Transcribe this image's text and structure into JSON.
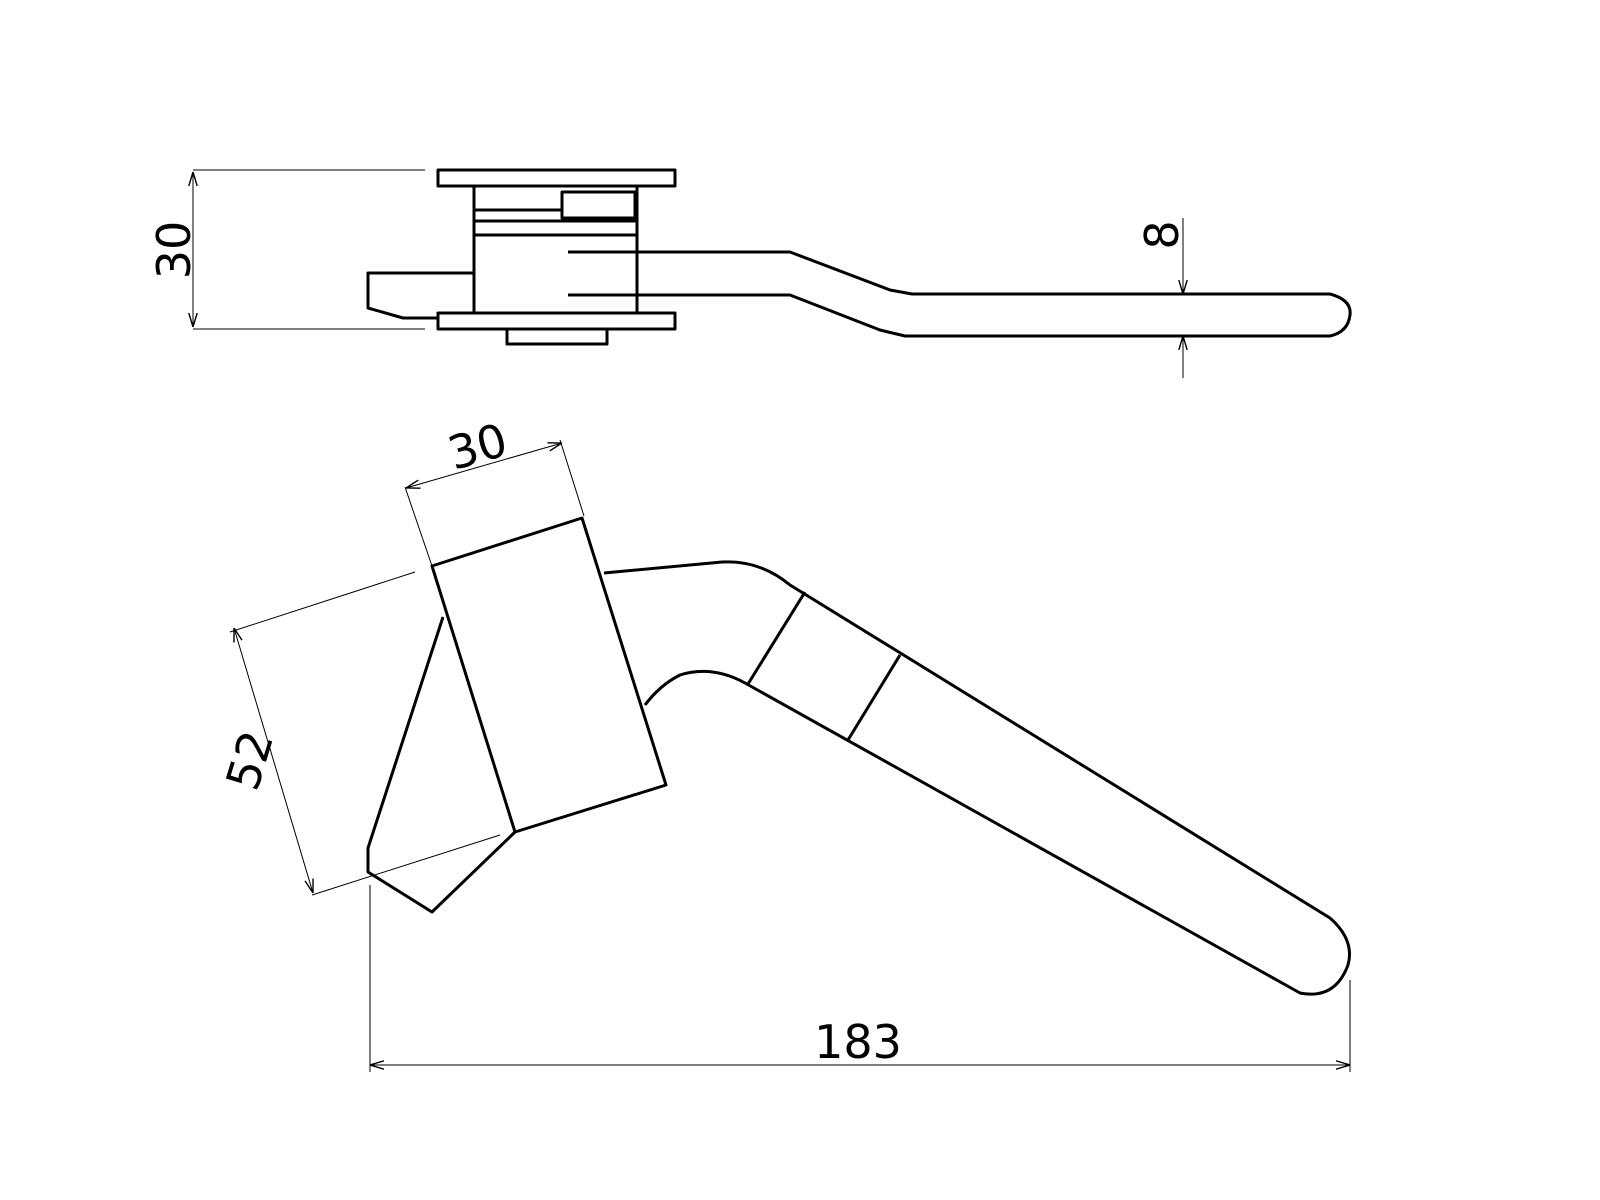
{
  "drawing": {
    "top_view": {
      "height_dimension": "30",
      "thickness_dimension": "8"
    },
    "side_view": {
      "width_dimension": "30",
      "depth_dimension": "52",
      "length_dimension": "183"
    },
    "colors": {
      "line": "#000000",
      "background": "#ffffff"
    }
  }
}
